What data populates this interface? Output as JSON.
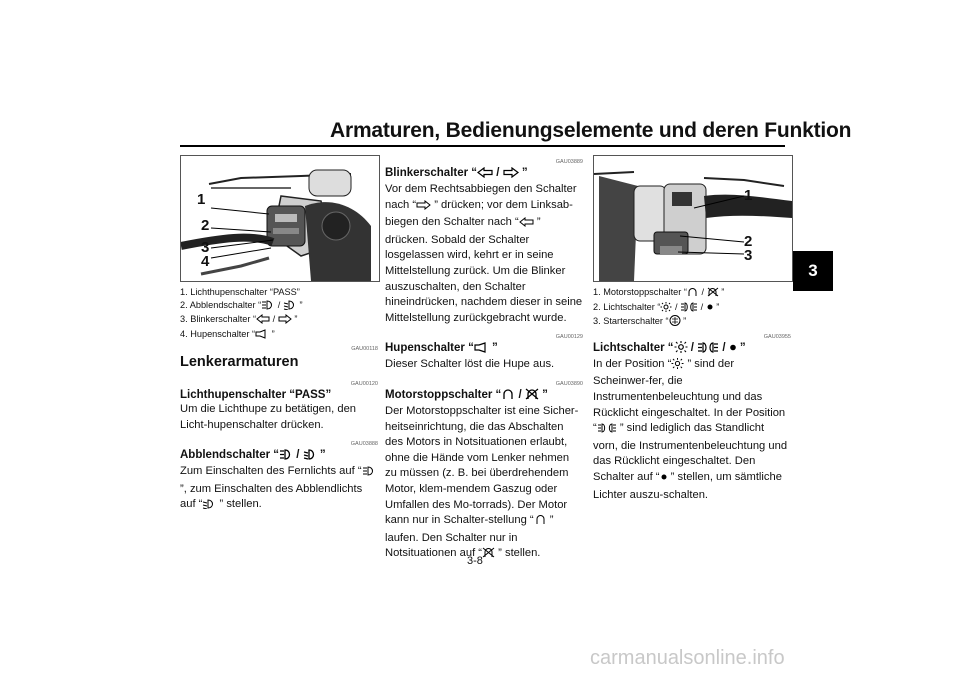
{
  "header": {
    "title": "Armaturen, Bedienungselemente und deren Funktion"
  },
  "chapter_tab": "3",
  "col1": {
    "callouts": [
      "1",
      "2",
      "3",
      "4"
    ],
    "captions": [
      "1. Lichthupenschalter “PASS”",
      "2. Abblendschalter “",
      "3. Blinkerschalter “",
      "4. Hupenschalter “"
    ],
    "caption_sep": " / ",
    "caption_end": " ”",
    "code_handlebar": "GAU00118",
    "heading": "Lenkerarmaturen",
    "code_pass": "GAU00120",
    "pass_heading": "Lichthupenschalter “PASS”",
    "pass_text": "Um die Lichthupe zu betätigen, den Licht-hupenschalter drücken.",
    "code_dimmer": "GAU03888",
    "dimmer_heading_open": "Abblendschalter “",
    "dimmer_heading_close": " ”",
    "dimmer_text_1": "Zum Einschalten des Fernlichts auf “",
    "dimmer_text_2": " ”, zum Einschalten des Abblendlichts auf “",
    "dimmer_text_3": " ” stellen."
  },
  "col2": {
    "code_turn": "GAU03889",
    "turn_heading_open": "Blinkerschalter “",
    "turn_heading_close": " ”",
    "turn_text_1": "Vor dem Rechtsabbiegen den Schalter nach “",
    "turn_text_2": " ” drücken; vor dem Linksab-biegen den Schalter nach “",
    "turn_text_3": " ” drücken. Sobald der Schalter losgelassen wird, kehrt er in seine Mittelstellung zurück. Um die Blinker auszuschalten, den Schalter hineindrücken, nachdem dieser in seine Mittelstellung zurückgebracht wurde.",
    "code_horn": "GAU00129",
    "horn_heading_open": "Hupenschalter “",
    "horn_heading_close": " ”",
    "horn_text": "Dieser Schalter löst die Hupe aus.",
    "code_stop": "GAU03890",
    "stop_heading_open": "Motorstoppschalter “",
    "stop_heading_close": " ”",
    "stop_text_1": "Der Motorstoppschalter ist eine Sicher-heitseinrichtung, die das Abschalten des Motors in Notsituationen erlaubt, ohne die Hände vom Lenker nehmen zu müssen (z. B. bei überdrehendem Motor, klem-mendem Gaszug oder Umfallen des Mo-torrads). Der Motor kann nur in Schalter-stellung “",
    "stop_text_2": " ” laufen. Den Schalter nur in Notsituationen auf “",
    "stop_text_3": " ” stellen."
  },
  "col3": {
    "callouts": [
      "1",
      "2",
      "3"
    ],
    "captions": [
      "1. Motorstoppschalter “",
      "2. Lichtschalter “",
      "3. Starterschalter “"
    ],
    "code_light": "GAU03955",
    "light_heading_open": "Lichtschalter “",
    "light_heading_close": " ”",
    "light_text_1": "In der Position “",
    "light_text_2": " ” sind der Scheinwer-fer, die Instrumentenbeleuchtung und das Rücklicht eingeschaltet. In der Position “",
    "light_text_3": " ” sind lediglich das Standlicht vorn, die Instrumentenbeleuchtung und das Rücklicht eingeschaltet. Den Schalter auf “",
    "light_text_4": " ” stellen, um sämtliche Lichter auszu-schalten."
  },
  "page_number": "3-8",
  "watermark": "carmanualsonline.info"
}
